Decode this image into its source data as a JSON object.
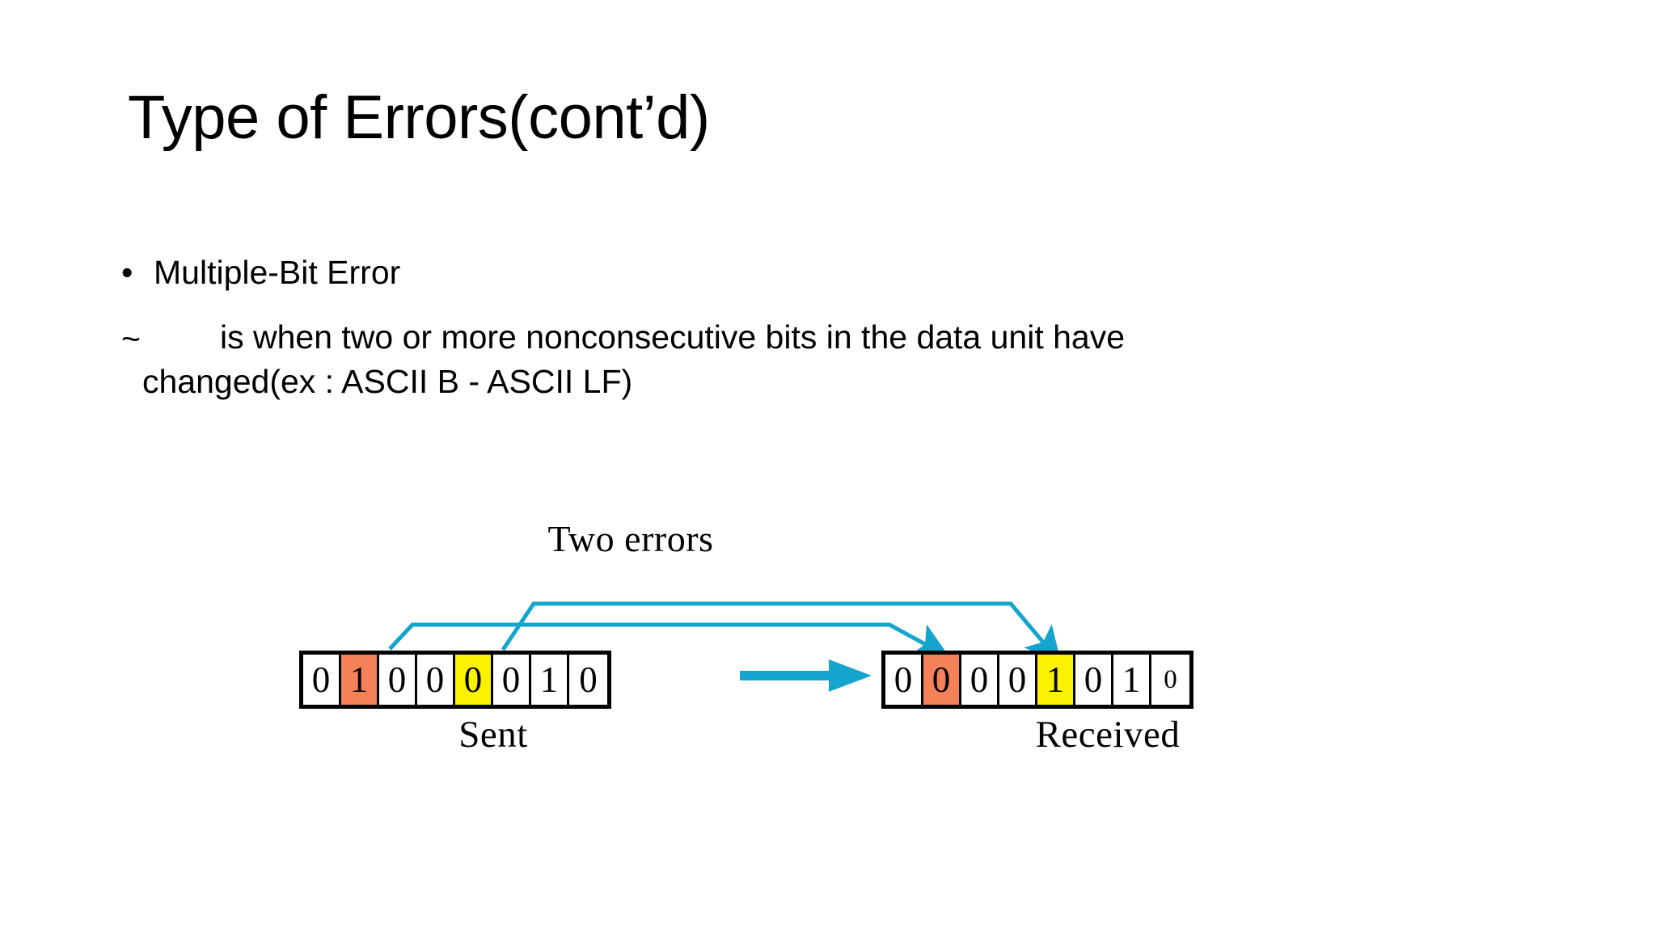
{
  "slide": {
    "title": "Type of Errors(cont’d)",
    "bullets": [
      {
        "marker": "•",
        "text": "Multiple-Bit Error"
      }
    ],
    "definition": {
      "marker": "~",
      "line1": "is when two or more nonconsecutive bits in the data unit have",
      "line2": "changed(ex : ASCII B - ASCII LF)"
    }
  },
  "diagram": {
    "caption": "Two errors",
    "sent": {
      "label": "Sent",
      "bits": [
        {
          "value": "0",
          "highlight": "none"
        },
        {
          "value": "1",
          "highlight": "salmon"
        },
        {
          "value": "0",
          "highlight": "none"
        },
        {
          "value": "0",
          "highlight": "none"
        },
        {
          "value": "0",
          "highlight": "yellow"
        },
        {
          "value": "0",
          "highlight": "none"
        },
        {
          "value": "1",
          "highlight": "none"
        },
        {
          "value": "0",
          "highlight": "none"
        }
      ]
    },
    "received": {
      "label": "Received",
      "bits": [
        {
          "value": "0",
          "highlight": "none"
        },
        {
          "value": "0",
          "highlight": "salmon"
        },
        {
          "value": "0",
          "highlight": "none"
        },
        {
          "value": "0",
          "highlight": "none"
        },
        {
          "value": "1",
          "highlight": "yellow"
        },
        {
          "value": "0",
          "highlight": "none"
        },
        {
          "value": "1",
          "highlight": "none"
        },
        {
          "value": "0",
          "highlight": "none"
        }
      ]
    },
    "colors": {
      "arrow": "#13A5CE",
      "salmon": "#F58158",
      "yellow": "#FBF200",
      "outline": "#000000"
    }
  }
}
